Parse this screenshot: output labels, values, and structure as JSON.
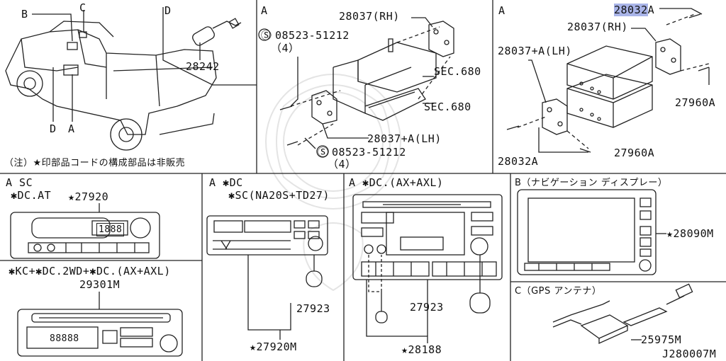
{
  "colors": {
    "line": "#222222",
    "highlight": "#a9b4e8",
    "watermark": "#e6e6e6"
  },
  "panels": {
    "vehicle": {
      "callouts": {
        "b": "B",
        "c": "C",
        "d_top": "D",
        "d_bottom": "D",
        "a_bottom": "A"
      },
      "note": "（注）★印部品コードの構成部品は非販売"
    },
    "d_panel": {
      "letter": "D",
      "part": "28242"
    },
    "a_mid": {
      "letter": "A",
      "screw_top_num": "08523-51212",
      "screw_top_qty": "（4）",
      "bracket_rh": "28037(RH)",
      "sec_top": "SEC.680",
      "sec_bottom": "SEC.680",
      "bracket_lh": "28037+A(LH)",
      "screw_bottom_num": "08523-51212",
      "screw_bottom_qty": "（4）"
    },
    "a_right": {
      "letter": "A",
      "part_highlight": "28032",
      "part_highlight_suffix": "A",
      "bracket_rh": "28037(RH)",
      "bracket_lh": "28037+A(LH)",
      "screw_right": "27960A",
      "screw_bottom": "27960A",
      "screw_left": "28032A"
    },
    "a_sc": {
      "line1": "A  SC",
      "line2": "✱DC.AT",
      "part": "★27920",
      "display": "1888"
    },
    "kc": {
      "line1": "✱KC+✱DC.2WD+✱DC.(AX+AXL)",
      "part": "29301M",
      "display": "88888"
    },
    "dc": {
      "line1": "A  ✱DC",
      "line2": "✱SC(NA20S+TD27)",
      "knob": "27923",
      "part": "★27920M"
    },
    "dcax": {
      "line1": "A  ✱DC.(AX+AXL)",
      "knob": "27923",
      "part": "★28188"
    },
    "nav": {
      "title": "B（ナビゲーション ディスプレー）",
      "part": "★28090M"
    },
    "gps": {
      "title": "C（GPS アンテナ）",
      "part": "25975M"
    },
    "footer": {
      "code": "J280007M"
    }
  }
}
